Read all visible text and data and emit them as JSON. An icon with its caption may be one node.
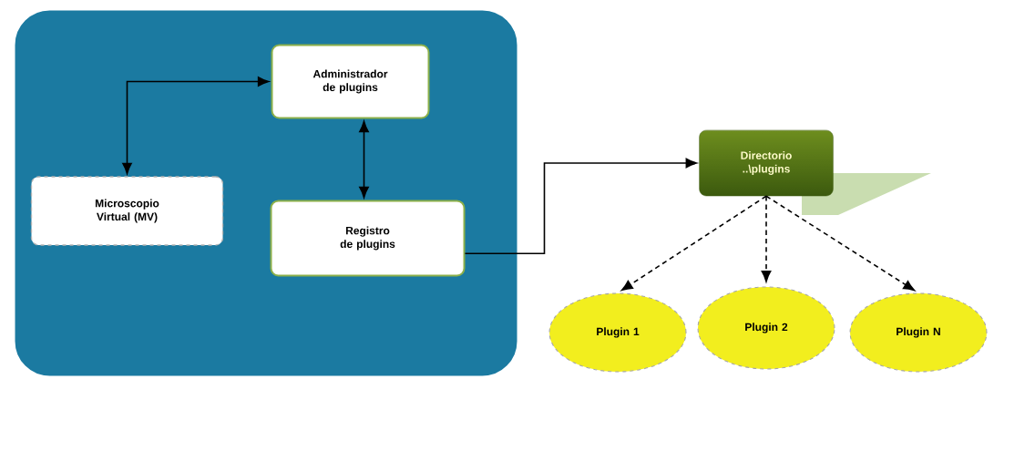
{
  "diagram": {
    "nodes": [
      {
        "text": [],
        "shape": "box"
      },
      {
        "text": [
          "Administrador de plugins"
        ],
        "in": 0
      },
      {
        "text": [
          "Microscopio Virtual (MV)"
        ],
        "in": 0
      },
      {
        "text": [
          "Registro de plugins"
        ],
        "in": 0
      },
      {
        "text": [
          "Directorio ..\\plugins"
        ]
      },
      {
        "text": [
          "Plugin 1"
        ]
      },
      {
        "text": [
          "Plugin 2"
        ]
      },
      {
        "text": [
          "Plugin N"
        ]
      }
    ],
    "edges": [
      {
        "from": 1,
        "to": 2,
        "arrow": "both"
      },
      {
        "from": 1,
        "to": 3,
        "arrow": "both"
      },
      {
        "from": 3,
        "to": 4,
        "arrow": "to"
      },
      {
        "from": 4,
        "to": 5,
        "arrow": "to",
        "style": "dashed"
      },
      {
        "from": 4,
        "to": 6,
        "arrow": "to",
        "style": "dashed"
      },
      {
        "from": 4,
        "to": 7,
        "arrow": "to",
        "style": "dashed"
      }
    ]
  }
}
